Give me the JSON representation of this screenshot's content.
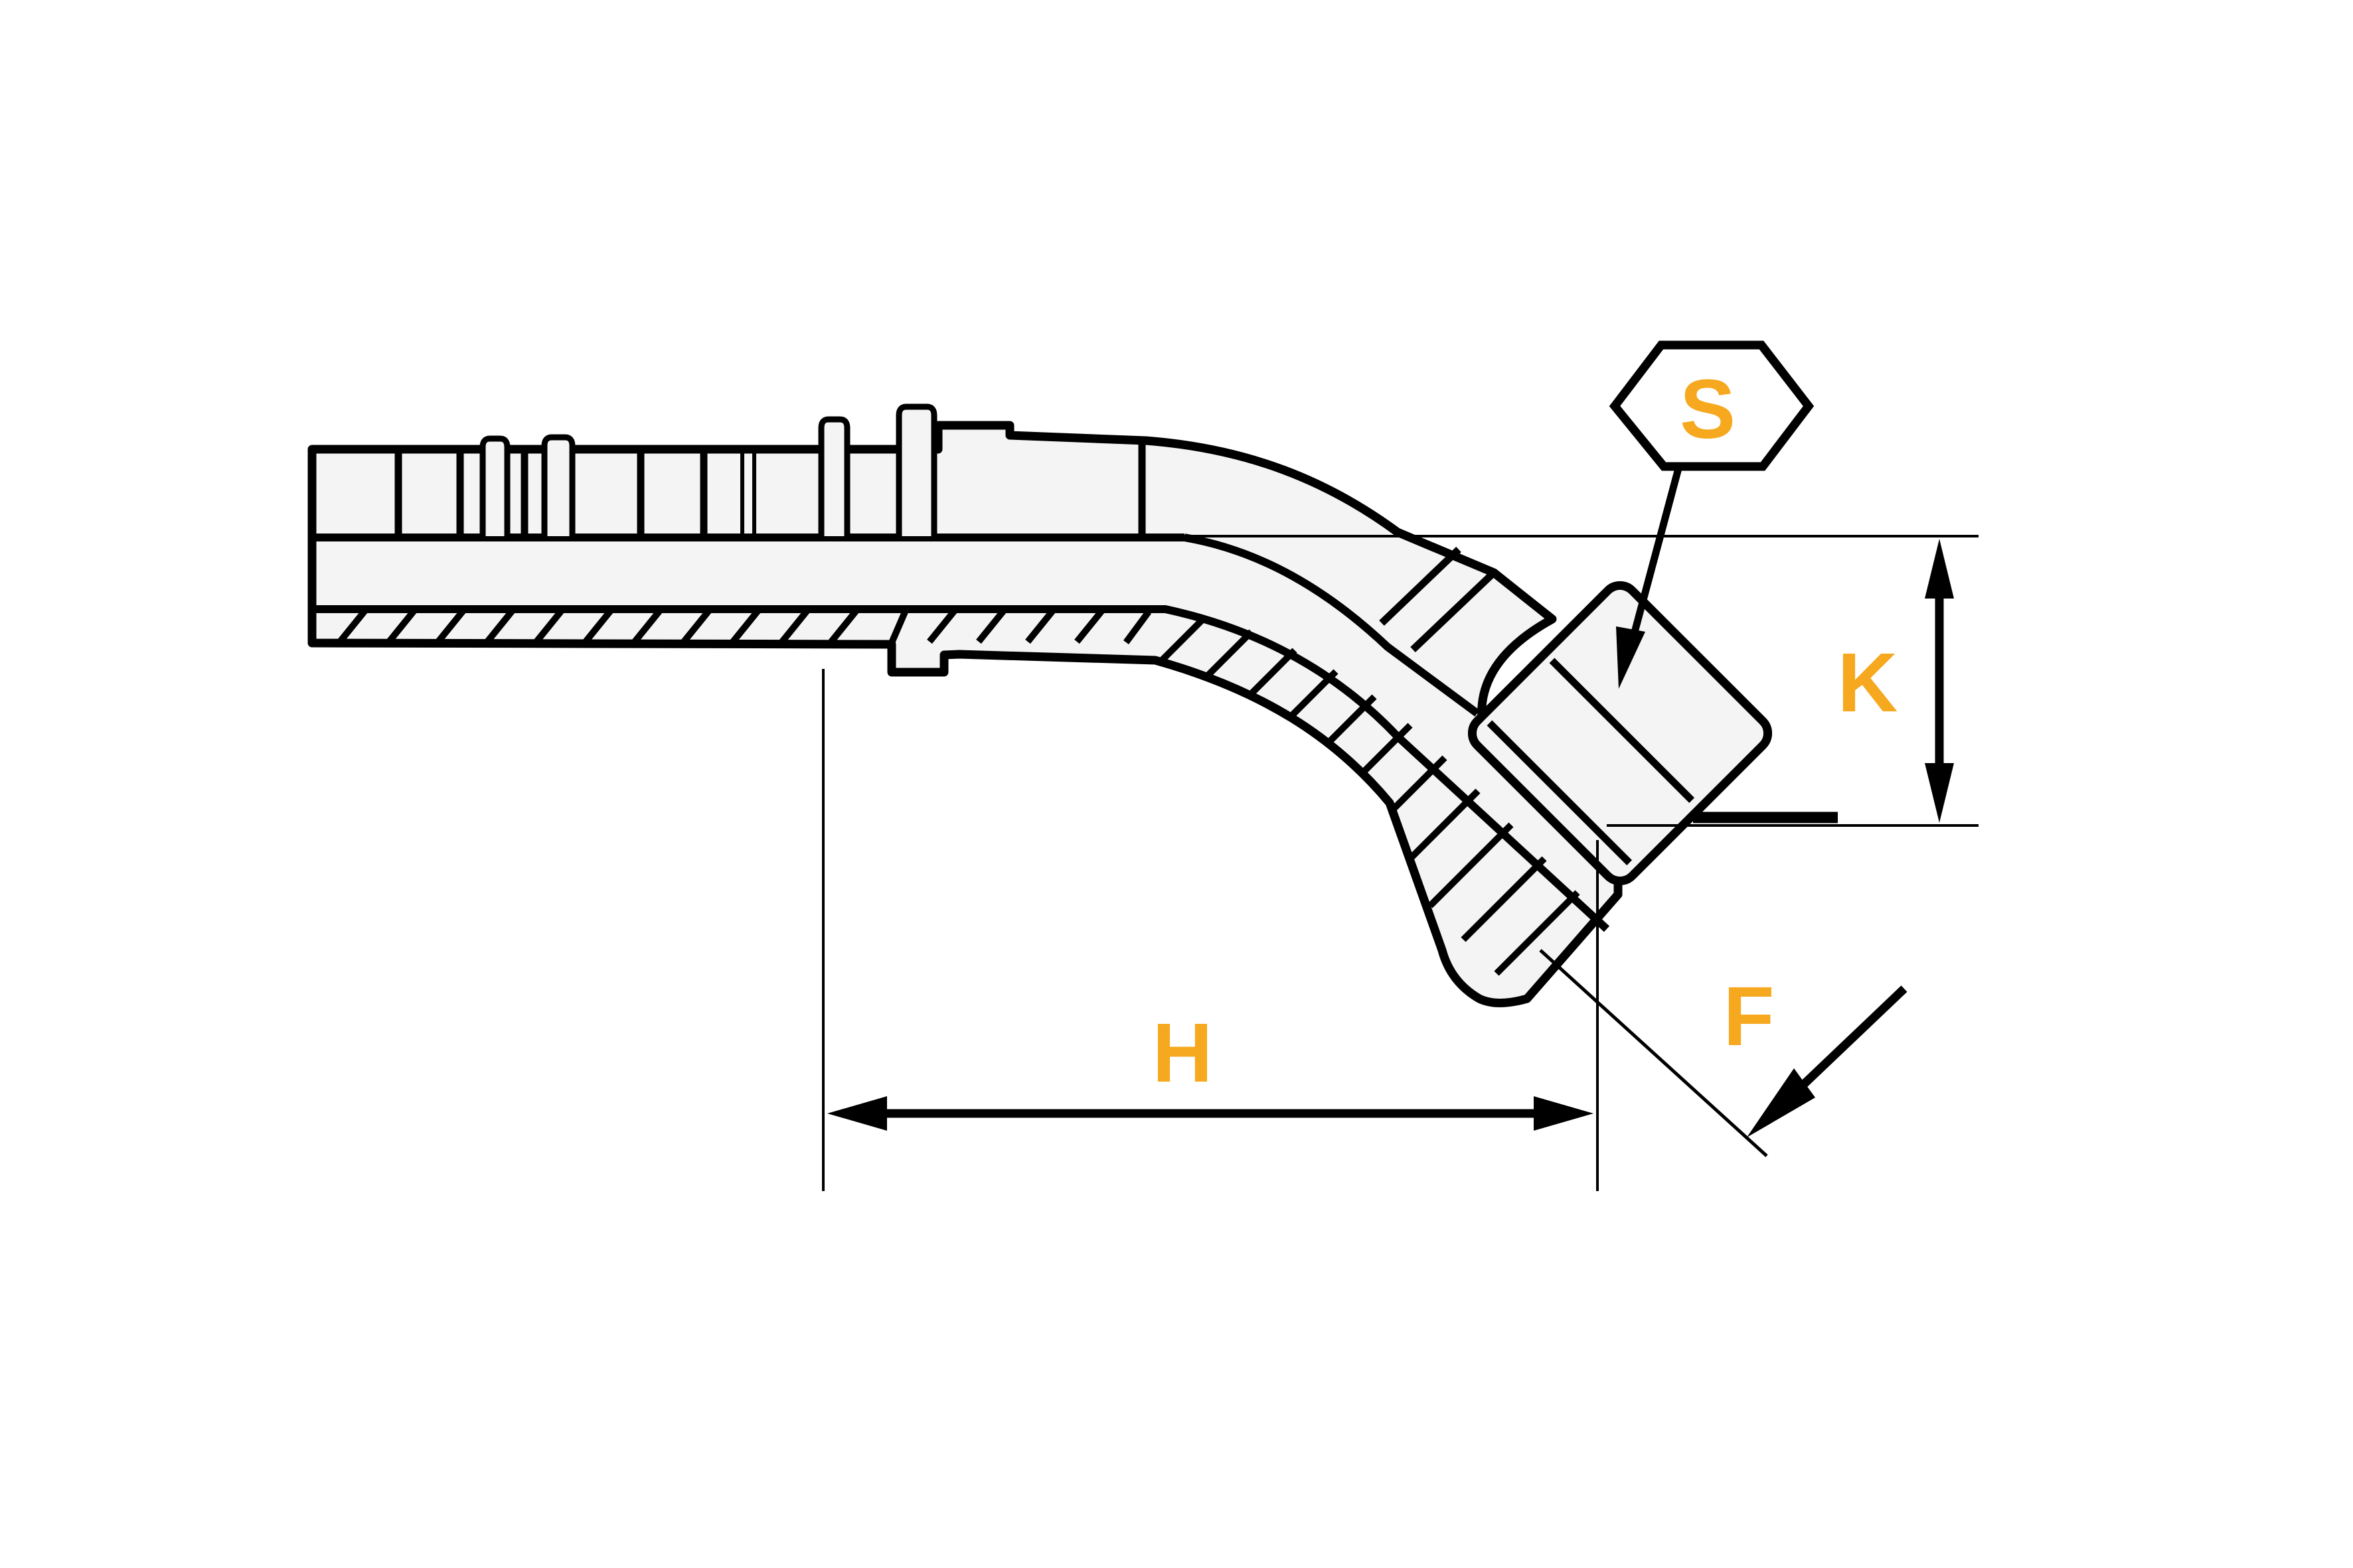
{
  "figure": {
    "background_color": "#ffffff",
    "part_fill_color": "#f4f4f4",
    "outline_color": "#000000",
    "accent_color": "#f6a81f",
    "callouts": {
      "s": {
        "label": "S",
        "style": "hexagon-callout-with-leader-arrow",
        "points_to": "hex-nut-wrench-flat"
      },
      "k": {
        "label": "K",
        "style": "vertical-double-arrow-dimension"
      },
      "h": {
        "label": "H",
        "style": "horizontal-double-arrow-dimension"
      },
      "f": {
        "label": "F",
        "style": "inclined-arrow-dimension",
        "points_to": "45-degree-sealing-face-line"
      }
    }
  }
}
